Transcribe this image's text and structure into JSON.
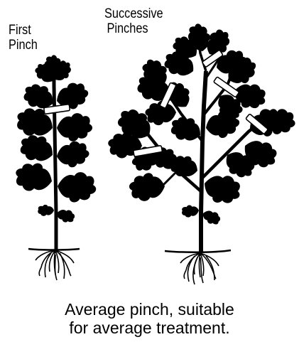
{
  "labels": {
    "first_pinch": [
      "First",
      "Pinch"
    ],
    "successive_pinches": [
      "Successive",
      "Pinches"
    ]
  },
  "caption": {
    "line1": "Average pinch, suitable",
    "line2": "for average treatment."
  },
  "colors": {
    "ink": "#000000",
    "background": "#ffffff",
    "highlight": "#ffffff"
  }
}
